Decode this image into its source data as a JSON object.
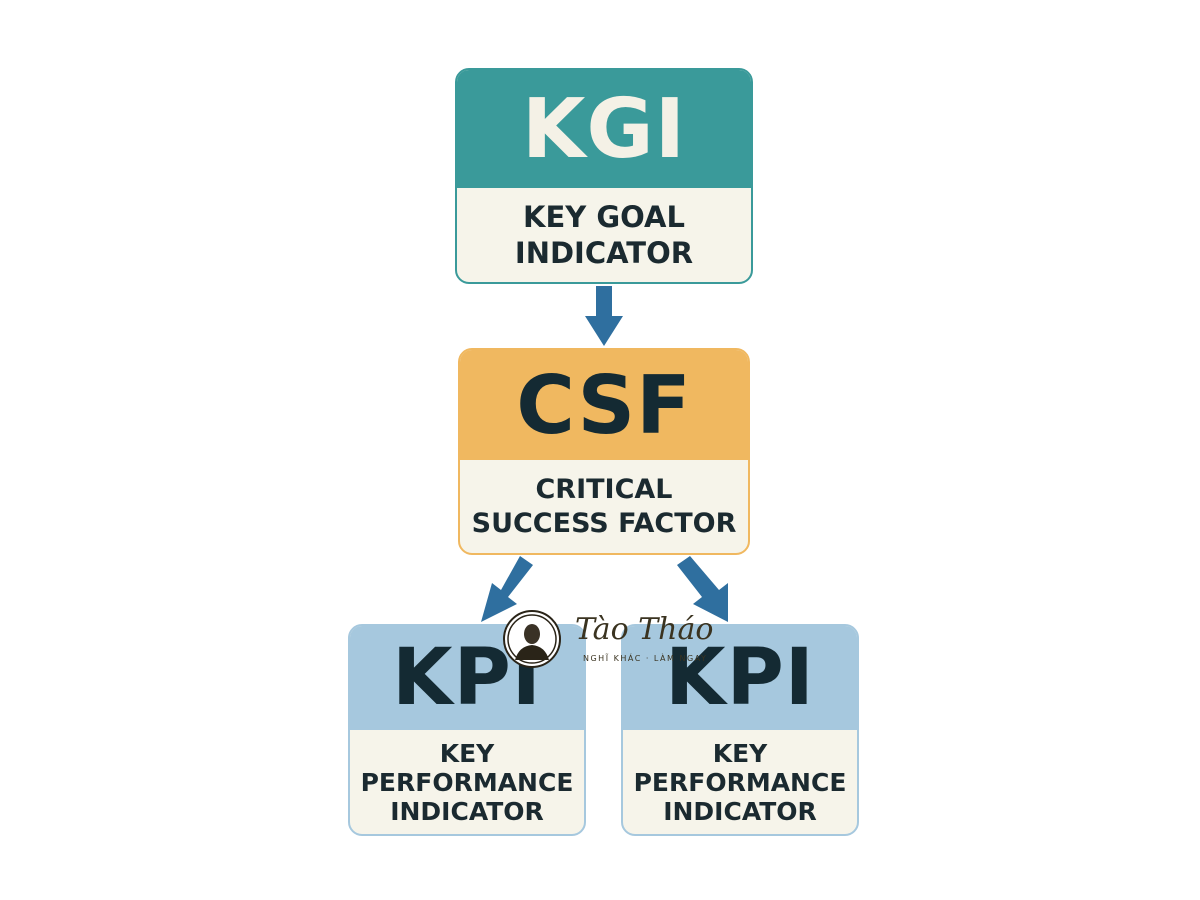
{
  "kgi": {
    "acronym": "KGI",
    "line1": "KEY GOAL",
    "line2": "INDICATOR"
  },
  "csf": {
    "acronym": "CSF",
    "line1": "CRITICAL",
    "line2": "SUCCESS FACTOR"
  },
  "kpi_left": {
    "acronym": "KPI",
    "line1": "KEY",
    "line2": "PERFORMANCE",
    "line3": "INDICATOR"
  },
  "kpi_right": {
    "acronym": "KPI",
    "line1": "KEY",
    "line2": "PERFORMANCE",
    "line3": "INDICATOR"
  },
  "watermark": {
    "name": "Tào Tháo",
    "tagline": "NGHĨ KHÁC · LÀM NGAY"
  },
  "colors": {
    "kgi": "#3a9a9a",
    "csf": "#f0b860",
    "kpi": "#a6c8de",
    "card_body": "#f6f4ea",
    "arrow": "#2f6f9f",
    "text": "#142a33"
  }
}
